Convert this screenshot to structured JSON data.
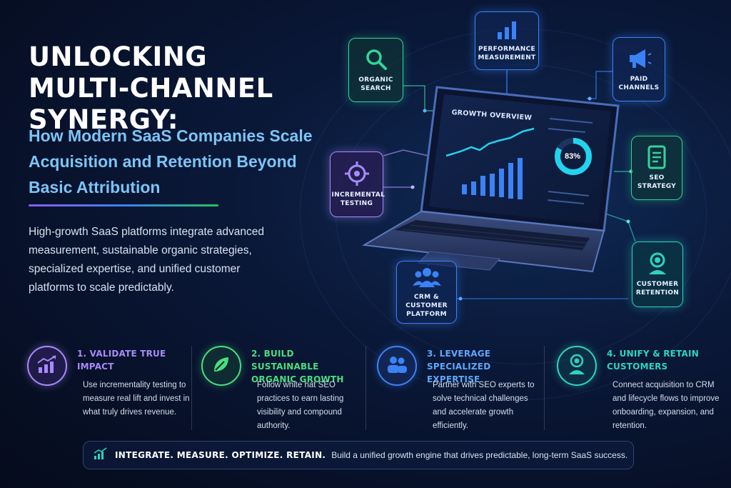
{
  "headline": {
    "line1": "UNLOCKING",
    "line2": "MULTI-CHANNEL SYNERGY:",
    "subtitle": "How Modern SaaS Companies Scale Acquisition and Retention Beyond Basic Attribution",
    "intro": "High-growth SaaS platforms integrate advanced measurement, sustainable organic strategies, specialized expertise, and unified customer platforms to scale predictably."
  },
  "diagram": {
    "dashboard_title": "GROWTH OVERVIEW",
    "donut_value": "83%",
    "donut_fraction": 0.83,
    "nodes": [
      {
        "label": "ORGANIC SEARCH",
        "icon": "magnifier-icon",
        "color": "#34d399"
      },
      {
        "label": "PERFORMANCE MEASUREMENT",
        "icon": "bar-chart-icon",
        "color": "#3b82f6"
      },
      {
        "label": "PAID CHANNELS",
        "icon": "megaphone-icon",
        "color": "#3b82f6"
      },
      {
        "label": "INCREMENTAL TESTING",
        "icon": "target-icon",
        "color": "#a78bfa"
      },
      {
        "label": "SEO STRATEGY",
        "icon": "document-icon",
        "color": "#34d399"
      },
      {
        "label": "CRM & CUSTOMER PLATFORM",
        "icon": "users-icon",
        "color": "#3b82f6"
      },
      {
        "label": "CUSTOMER RETENTION",
        "icon": "user-badge-icon",
        "color": "#2dd4bf"
      }
    ]
  },
  "steps": [
    {
      "title": "1. VALIDATE TRUE IMPACT",
      "text": "Use incrementality testing to measure real lift and invest in what truly drives revenue.",
      "icon": "trend-chart-icon",
      "color": "#a78bfa"
    },
    {
      "title": "2. BUILD SUSTAINABLE ORGANIC GROWTH",
      "text": "Follow white hat SEO practices to earn lasting visibility and compound authority.",
      "icon": "leaf-icon",
      "color": "#4ade80"
    },
    {
      "title": "3. LEVERAGE SPECIALIZED EXPERTISE",
      "text": "Partner with SEO experts to solve technical challenges and accelerate growth efficiently.",
      "icon": "team-icon",
      "color": "#3b82f6"
    },
    {
      "title": "4. UNIFY & RETAIN CUSTOMERS",
      "text": "Connect acquisition to CRM and lifecycle flows to improve onboarding, expansion, and retention.",
      "icon": "customer-icon",
      "color": "#2dd4bf"
    }
  ],
  "banner": {
    "strong": "INTEGRATE. MEASURE. OPTIMIZE. RETAIN.",
    "text": "Build a unified growth engine that drives predictable, long-term SaaS success.",
    "icon": "growth-chart-icon"
  },
  "colors": {
    "background": "#071027",
    "headline": "#ffffff",
    "subtitle": "#7cc4f5",
    "purple": "#a78bfa",
    "green": "#4ade80",
    "blue": "#3b82f6",
    "teal": "#2dd4bf"
  }
}
